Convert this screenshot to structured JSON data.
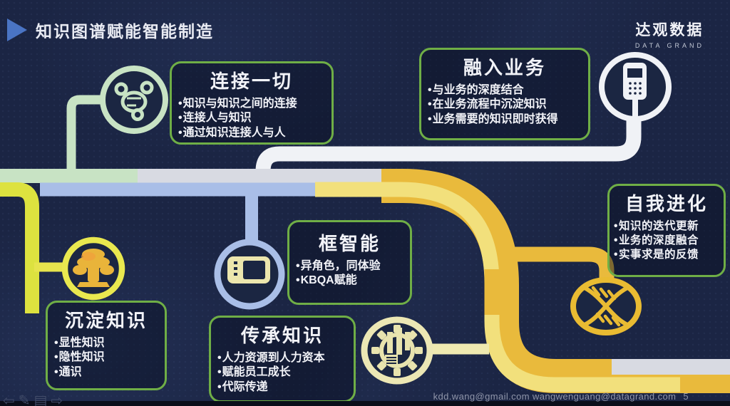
{
  "header": {
    "title": "知识图谱赋能智能制造",
    "arrow_icon": "right-arrow-icon"
  },
  "brand": {
    "name": "达观数据",
    "tagline": "DATA GRAND"
  },
  "callouts": [
    {
      "key": "connect",
      "title": "连接一切",
      "icon": "molecule-network-icon",
      "bullets": [
        "知识与知识之间的连接",
        "连接人与知识",
        "通过知识连接人与人"
      ]
    },
    {
      "key": "business",
      "title": "融入业务",
      "icon": "handheld-device-icon",
      "bullets": [
        "与业务的深度结合",
        "在业务流程中沉淀知识",
        "业务需要的知识即时获得"
      ]
    },
    {
      "key": "evolve",
      "title": "自我进化",
      "icon": "dna-icon",
      "bullets": [
        "知识的迭代更新",
        "业务的深度融合",
        "实事求是的反馈"
      ]
    },
    {
      "key": "frame",
      "title": "框智能",
      "icon": "tablet-icon",
      "bullets": [
        "异角色，同体验",
        "KBQA赋能"
      ]
    },
    {
      "key": "precipitate",
      "title": "沉淀知识",
      "icon": "tree-icon",
      "bullets": [
        "显性知识",
        "隐性知识",
        "通识"
      ]
    },
    {
      "key": "inherit",
      "title": "传承知识",
      "icon": "gear-machine-icon",
      "bullets": [
        "人力资源到人力资本",
        "赋能员工成长",
        "代际传递"
      ]
    }
  ],
  "footer": {
    "contact": "kdd.wang@gmail.com  wangwenguang@datagrand.com",
    "page_number": "5",
    "nav_icons": [
      "back-arrow-icon",
      "pen-icon",
      "menu-icon",
      "forward-arrow-icon"
    ]
  },
  "colors": {
    "background": "#1b2544",
    "box_border": "#6fae46",
    "road_green": "#c8e3c4",
    "road_gray": "#d8dae2",
    "road_white": "#f0f2f6",
    "road_blue": "#a9bee7",
    "road_yellow_green": "#dde23f",
    "road_gold": "#e9ba3c",
    "road_light_gold": "#f2e07c",
    "circle_yellow": "#e9e84f",
    "circle_gold": "#e9bb32",
    "circle_pale_yellow": "#ece7b4",
    "title_arrow_blue": "#4a74c4"
  }
}
